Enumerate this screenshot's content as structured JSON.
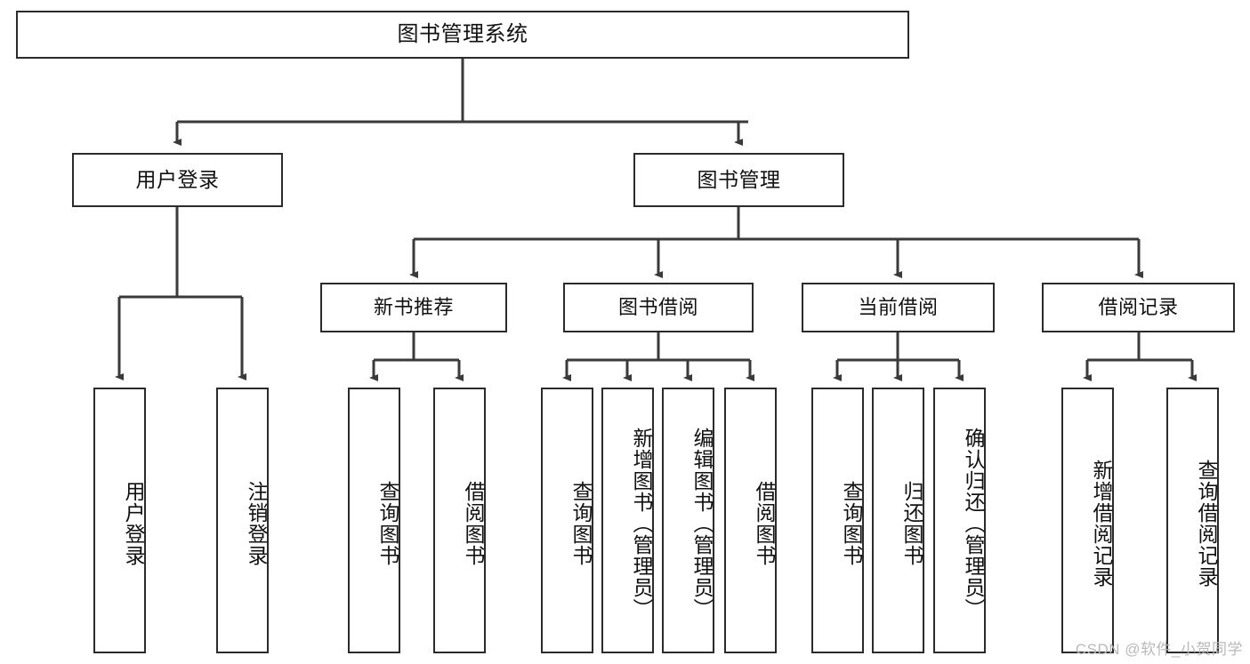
{
  "diagram": {
    "title": "图书管理系统",
    "type": "tree-hierarchy-diagram",
    "colors": {
      "box_border": "#2b2b2b",
      "box_fill": "#ffffff",
      "connector": "#3a3a3a",
      "text": "#111111",
      "watermark": "#b9b9b9",
      "background": "#ffffff"
    },
    "nodes": {
      "root": {
        "label": "图书管理系统",
        "level": 0,
        "orientation": "horizontal"
      },
      "user_login": {
        "label": "用户登录",
        "level": 1,
        "orientation": "horizontal"
      },
      "book_manage": {
        "label": "图书管理",
        "level": 1,
        "orientation": "horizontal"
      },
      "new_book_rec": {
        "label": "新书推荐",
        "level": 2,
        "orientation": "horizontal"
      },
      "book_borrow": {
        "label": "图书借阅",
        "level": 2,
        "orientation": "horizontal"
      },
      "current_borrow": {
        "label": "当前借阅",
        "level": 2,
        "orientation": "horizontal"
      },
      "borrow_record": {
        "label": "借阅记录",
        "level": 2,
        "orientation": "horizontal"
      },
      "leaf_user_login": {
        "label": "用户登录",
        "level": 3,
        "orientation": "vertical"
      },
      "leaf_logout": {
        "label": "注销登录",
        "level": 3,
        "orientation": "vertical"
      },
      "leaf_query_book_1": {
        "label": "查询图书",
        "level": 3,
        "orientation": "vertical"
      },
      "leaf_borrow_book_1": {
        "label": "借阅图书",
        "level": 3,
        "orientation": "vertical"
      },
      "leaf_query_book_2": {
        "label": "查询图书",
        "level": 3,
        "orientation": "vertical"
      },
      "leaf_add_book": {
        "label": "新增图书（管理员）",
        "level": 3,
        "orientation": "vertical"
      },
      "leaf_edit_book": {
        "label": "编辑图书（管理员）",
        "level": 3,
        "orientation": "vertical"
      },
      "leaf_borrow_book_2": {
        "label": "借阅图书",
        "level": 3,
        "orientation": "vertical"
      },
      "leaf_query_book_3": {
        "label": "查询图书",
        "level": 3,
        "orientation": "vertical"
      },
      "leaf_return_book": {
        "label": "归还图书",
        "level": 3,
        "orientation": "vertical"
      },
      "leaf_confirm_return": {
        "label": "确认归还（管理员）",
        "level": 3,
        "orientation": "vertical"
      },
      "leaf_add_record": {
        "label": "新增借阅记录",
        "level": 3,
        "orientation": "vertical"
      },
      "leaf_query_record": {
        "label": "查询借阅记录",
        "level": 3,
        "orientation": "vertical"
      }
    },
    "edges": [
      {
        "from": "root",
        "to": "user_login"
      },
      {
        "from": "root",
        "to": "book_manage"
      },
      {
        "from": "user_login",
        "to": "leaf_user_login"
      },
      {
        "from": "user_login",
        "to": "leaf_logout"
      },
      {
        "from": "book_manage",
        "to": "new_book_rec"
      },
      {
        "from": "book_manage",
        "to": "book_borrow"
      },
      {
        "from": "book_manage",
        "to": "current_borrow"
      },
      {
        "from": "book_manage",
        "to": "borrow_record"
      },
      {
        "from": "new_book_rec",
        "to": "leaf_query_book_1"
      },
      {
        "from": "new_book_rec",
        "to": "leaf_borrow_book_1"
      },
      {
        "from": "book_borrow",
        "to": "leaf_query_book_2"
      },
      {
        "from": "book_borrow",
        "to": "leaf_add_book"
      },
      {
        "from": "book_borrow",
        "to": "leaf_edit_book"
      },
      {
        "from": "book_borrow",
        "to": "leaf_borrow_book_2"
      },
      {
        "from": "current_borrow",
        "to": "leaf_query_book_3"
      },
      {
        "from": "current_borrow",
        "to": "leaf_return_book"
      },
      {
        "from": "current_borrow",
        "to": "leaf_confirm_return"
      },
      {
        "from": "borrow_record",
        "to": "leaf_add_record"
      },
      {
        "from": "borrow_record",
        "to": "leaf_query_record"
      }
    ]
  },
  "watermark": {
    "text": "CSDN @软件_小贺同学"
  }
}
